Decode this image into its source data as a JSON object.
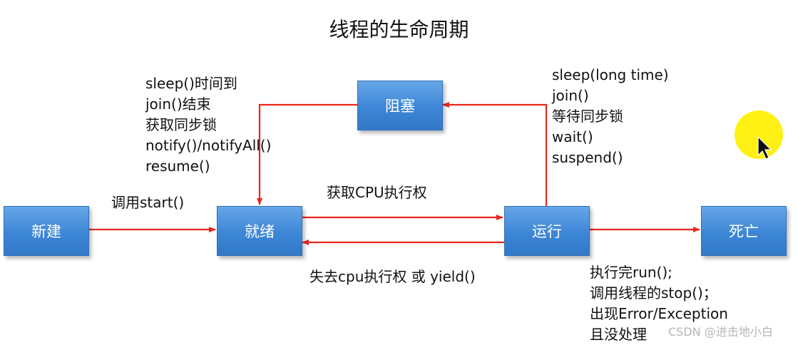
{
  "title": "线程的生命周期",
  "states": {
    "new": "新建",
    "ready": "就绪",
    "running": "运行",
    "blocked": "阻塞",
    "dead": "死亡"
  },
  "transitions": {
    "start": "调用start()",
    "get_cpu": "获取CPU执行权",
    "lose_cpu": "失去cpu执行权 或 yield()",
    "unblock": [
      "sleep()时间到",
      "join()结束",
      "获取同步锁",
      "notify()/notifyAll()",
      "resume()"
    ],
    "block": [
      "sleep(long time)",
      "join()",
      "等待同步锁",
      "wait()",
      "suspend()"
    ],
    "finish": [
      "执行完run();",
      "调用线程的stop()；",
      "出现Error/Exception",
      "且没处理"
    ]
  },
  "colors": {
    "arrow": "#e8261c",
    "box": "#3d86d6",
    "highlight": "#ffef00"
  },
  "watermark": "CSDN @进击地小白"
}
